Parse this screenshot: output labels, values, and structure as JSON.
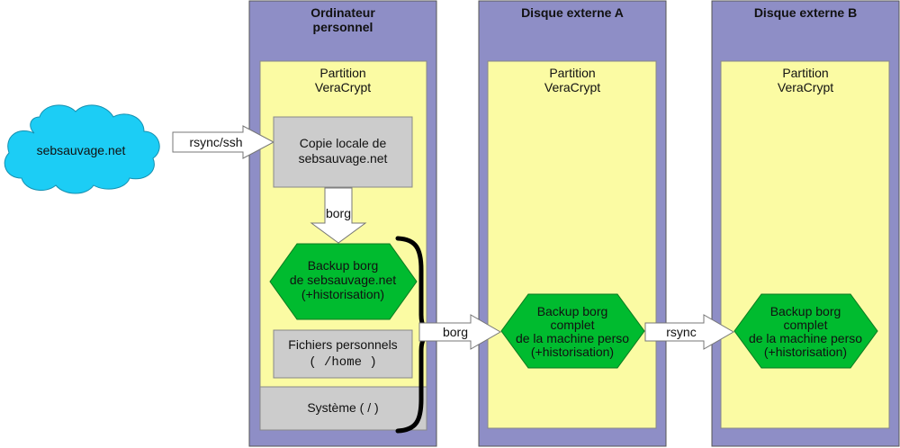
{
  "columns": [
    {
      "title_line1": "Ordinateur",
      "title_line2": "personnel"
    },
    {
      "title_line1": "Disque externe A"
    },
    {
      "title_line1": "Disque externe B"
    }
  ],
  "partitions": [
    {
      "line1": "Partition",
      "line2": "VeraCrypt"
    },
    {
      "line1": "Partition",
      "line2": "VeraCrypt"
    },
    {
      "line1": "Partition",
      "line2": "VeraCrypt"
    }
  ],
  "cloud": {
    "label": "sebsauvage.net"
  },
  "arrows": {
    "rsync_ssh": "rsync/ssh",
    "borg_down": "borg",
    "borg_right": "borg",
    "rsync": "rsync"
  },
  "boxes": {
    "local_copy": {
      "line1": "Copie locale de",
      "line2": "sebsauvage.net"
    },
    "personal_files": {
      "line1": "Fichiers personnels",
      "line2": "( /home )"
    },
    "system": {
      "label": "Système ( / )"
    }
  },
  "hexagons": {
    "backup_seb": {
      "line1": "Backup borg",
      "line2": "de sebsauvage.net",
      "line3": "(+historisation)"
    },
    "backup_a": {
      "line1": "Backup borg",
      "line2": "complet",
      "line3": "de la machine perso",
      "line4": "(+historisation)"
    },
    "backup_b": {
      "line1": "Backup borg",
      "line2": "complet",
      "line3": "de la machine perso",
      "line4": "(+historisation)"
    }
  },
  "colors": {
    "column_fill": "#8e8ec6",
    "partition_fill": "#fbfba3",
    "box_fill": "#cccccc",
    "hexagon_fill": "#00bb2f",
    "cloud_fill": "#1ccdf5",
    "arrow_fill": "#ffffff"
  }
}
